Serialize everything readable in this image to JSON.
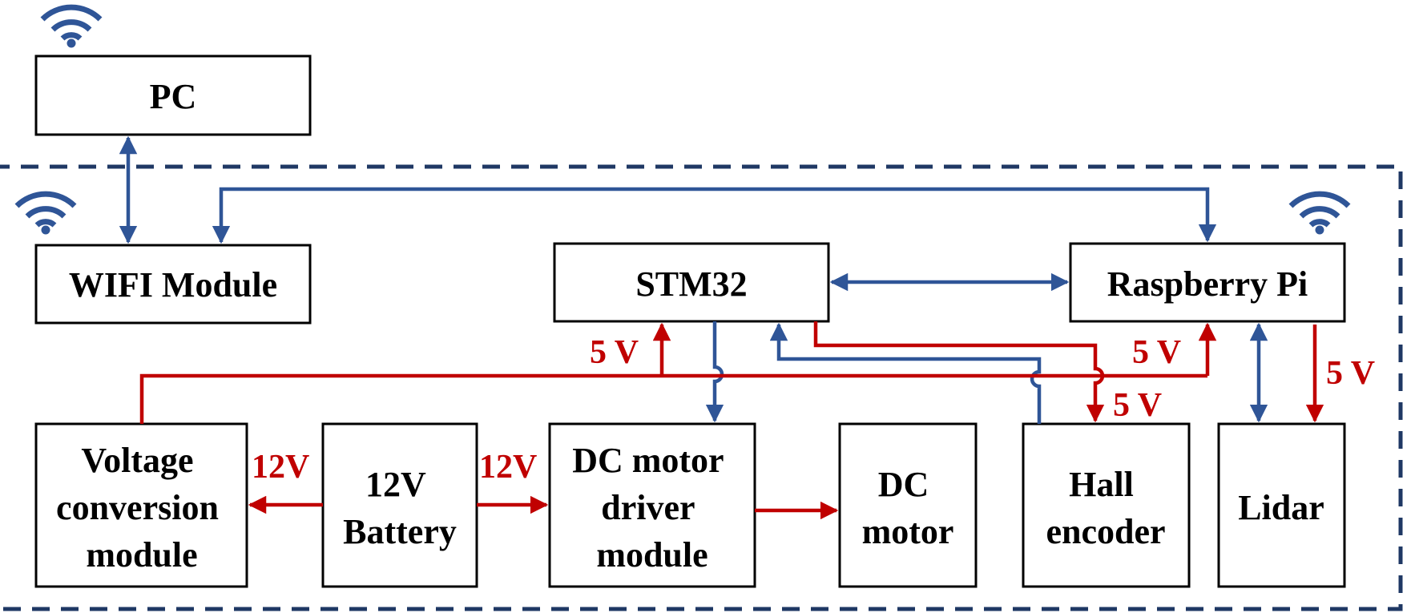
{
  "colors": {
    "signal": "#2f5597",
    "power": "#c00000",
    "frame": "#1f3864",
    "box_stroke": "#000000",
    "text": "#000000"
  },
  "blocks": {
    "pc": [
      "PC"
    ],
    "wifi": [
      "WIFI Module"
    ],
    "stm32": [
      "STM32"
    ],
    "rpi": [
      "Raspberry Pi"
    ],
    "vconv": [
      "Voltage",
      "conversion",
      "module"
    ],
    "battery": [
      "12V",
      "Battery"
    ],
    "driver": [
      "DC motor",
      "driver",
      "module"
    ],
    "motor": [
      "DC",
      "motor"
    ],
    "hall": [
      "Hall",
      "encoder"
    ],
    "lidar": [
      "Lidar"
    ]
  },
  "voltage_labels": {
    "stm32_supply": "5 V",
    "rpi_supply": "5 V",
    "hall_supply": "5 V",
    "lidar_supply": "5 V",
    "vconv_input": "12V",
    "driver_input": "12V"
  },
  "icons": [
    "wifi-icon",
    "wifi-icon",
    "wifi-icon"
  ]
}
